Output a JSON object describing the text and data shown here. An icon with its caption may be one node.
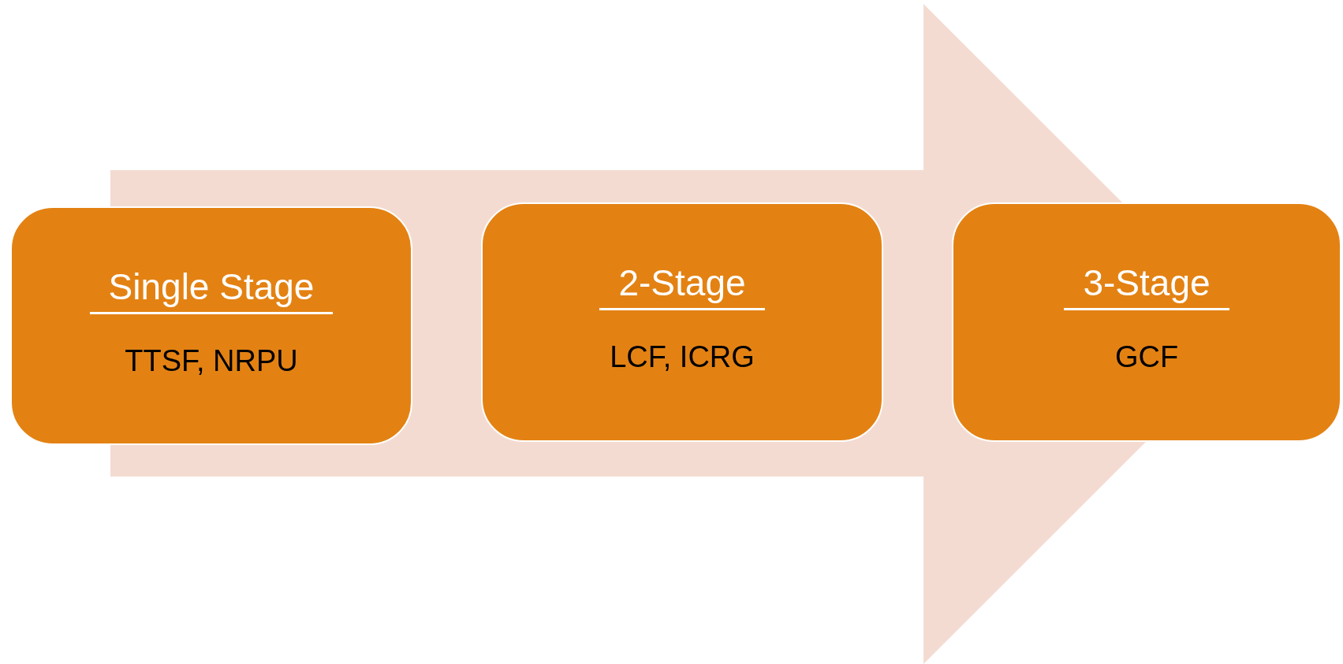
{
  "diagram": {
    "nodes": [
      {
        "text": [
          "Single Stage",
          "TTSF, NRPU"
        ]
      },
      {
        "text": [
          "2-Stage",
          "LCF, ICRG"
        ]
      },
      {
        "text": [
          "3-Stage",
          "GCF"
        ]
      }
    ],
    "edges": [
      {
        "from": 0,
        "to": 2,
        "arrow": "to"
      }
    ]
  }
}
